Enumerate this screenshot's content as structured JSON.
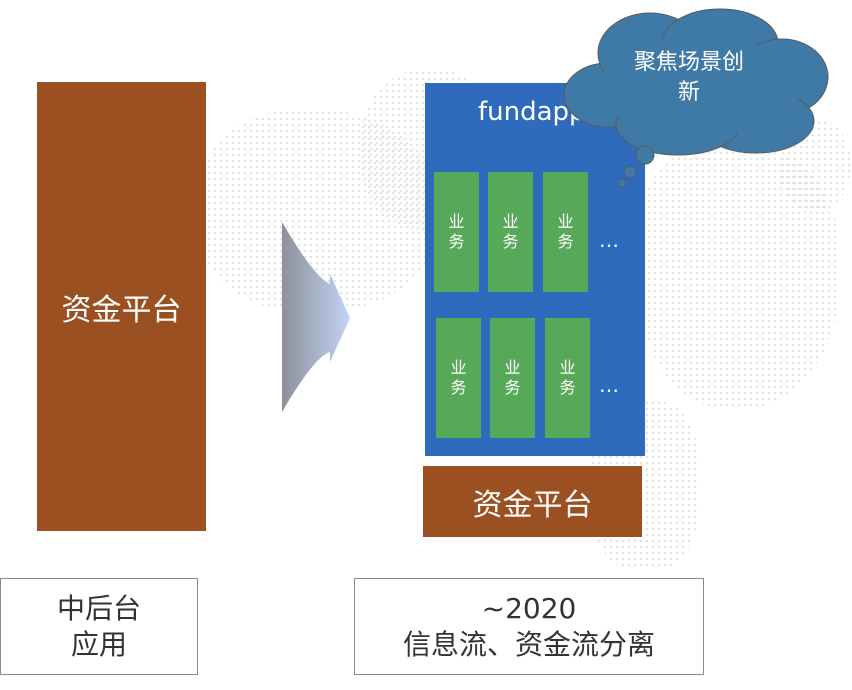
{
  "left": {
    "platform_label": "资金平台",
    "caption_line1": "中后台",
    "caption_line2": "应用"
  },
  "right": {
    "app_title": "fundapp",
    "business_label_line1": "业",
    "business_label_line2": "务",
    "ellipsis": "…",
    "platform_label": "资金平台",
    "caption_line1": "~2020",
    "caption_line2": "信息流、资金流分离"
  },
  "callout": {
    "line1": "聚焦场景创",
    "line2": "新"
  },
  "colors": {
    "platform_brown": "#9a5020",
    "app_blue": "#2e6bbd",
    "business_green": "#58a85a",
    "cloud_blue": "#3f7aa6"
  }
}
